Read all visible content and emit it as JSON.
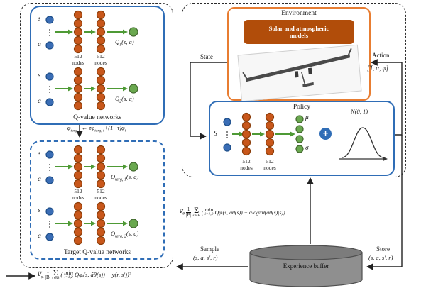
{
  "colors": {
    "blue_border": "#2f6db6",
    "orange_border": "#e87d31",
    "node_blue": "#3a6db5",
    "node_orange": "#c8571b",
    "node_green": "#6aa84f",
    "model_box": "#b14d0a",
    "buffer_gray": "#8f8f8f"
  },
  "left_panel": {
    "q_box": {
      "title": "Q-value networks",
      "nodes_label_1": "512\nnodes",
      "nodes_label_2": "512\nnodes",
      "net1": {
        "input_top": "s",
        "input_bottom": "a",
        "output": {
          "base": "Q",
          "sub": "1",
          "rest": "(s, a)"
        }
      },
      "net2": {
        "input_top": "s",
        "input_bottom": "a",
        "output": {
          "base": "Q",
          "sub": "2",
          "rest": "(s, a)"
        }
      }
    },
    "update_equation": {
      "p1": "φ",
      "s1": "targ, i",
      "p2": " ← τφ",
      "s2": "targ, i",
      "p3": "+(1−τ)φ",
      "s3": "i"
    },
    "target_box": {
      "title": "Target Q-value networks",
      "nodes_label_1": "512\nnodes",
      "nodes_label_2": "512\nnodes",
      "net1": {
        "input_top": "s",
        "input_bottom": "a",
        "output": {
          "base": "Q",
          "sub": "targ, 1",
          "rest": "(s, a)"
        }
      },
      "net2": {
        "input_top": "s",
        "input_bottom": "a",
        "output": {
          "base": "Q",
          "sub": "targ, 2",
          "rest": "(s, a)"
        }
      }
    },
    "q_loss_equation": {
      "nabla": "∇",
      "nabla_sub": "φᵢ",
      "frac_num": "1",
      "frac_den": "|B|",
      "sum": "Σ",
      "sum_sub": "s∈B",
      "open": "(",
      "min": "min",
      "min_sub": "i=1,2",
      "body": "Qφᵢ(s, ãθ(s)) − y(r, s′))²"
    }
  },
  "right_panel": {
    "environment": {
      "title": "Environment",
      "model_label": "Solar and atmospheric\nmodels"
    },
    "state_label": "State",
    "action_label": "Action",
    "action_value": "[T, α, φ]",
    "policy": {
      "title": "Policy",
      "input_label": "S",
      "nodes_label_1": "512\nnodes",
      "nodes_label_2": "512\nnodes",
      "mu": "μ",
      "sigma": "σ",
      "plus": "+",
      "gaussian_label": "N(0, 1)"
    },
    "policy_gradient_equation": {
      "nabla": "∇",
      "nabla_sub": "θ",
      "frac_num": "1",
      "frac_den": "|B|",
      "sum": "Σ",
      "sum_sub": "s∈B",
      "open": "(",
      "min": "min",
      "min_sub": "i=1,2",
      "body": "Qφᵢ(s, ãθ(s)) − αlogπθ(ãθ(s)|s))"
    }
  },
  "buffer": {
    "label": "Experience buffer",
    "sample_label": "Sample",
    "sample_tuple": "(s, a, s′, r)",
    "store_label": "Store",
    "store_tuple": "(s, a, s′, r)"
  }
}
